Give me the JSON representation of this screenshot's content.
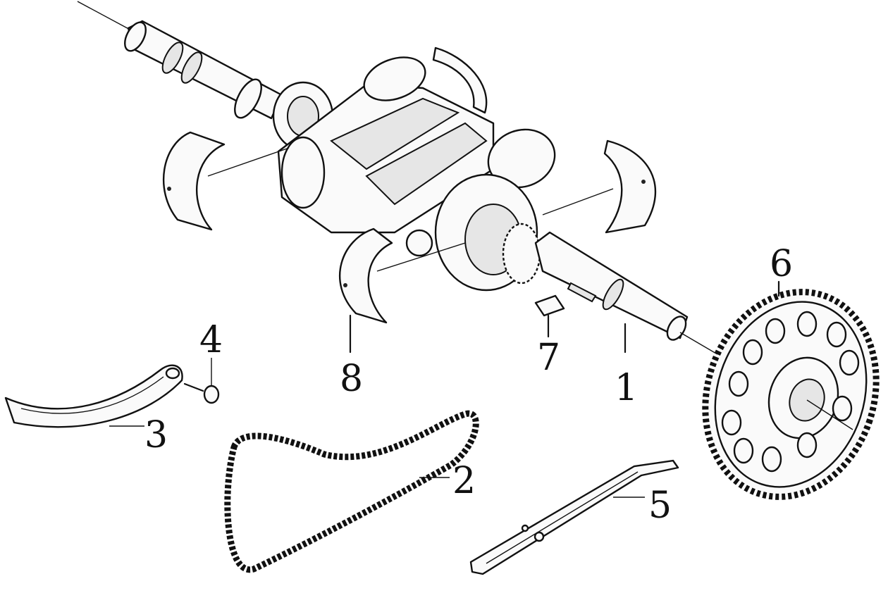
{
  "diagram": {
    "callouts": [
      {
        "id": "1",
        "label": "1"
      },
      {
        "id": "2",
        "label": "2"
      },
      {
        "id": "3",
        "label": "3"
      },
      {
        "id": "4",
        "label": "4"
      },
      {
        "id": "5",
        "label": "5"
      },
      {
        "id": "6",
        "label": "6"
      },
      {
        "id": "7",
        "label": "7"
      },
      {
        "id": "8",
        "label": "8"
      }
    ]
  },
  "colors": {
    "line": "#111111",
    "background": "#ffffff"
  }
}
